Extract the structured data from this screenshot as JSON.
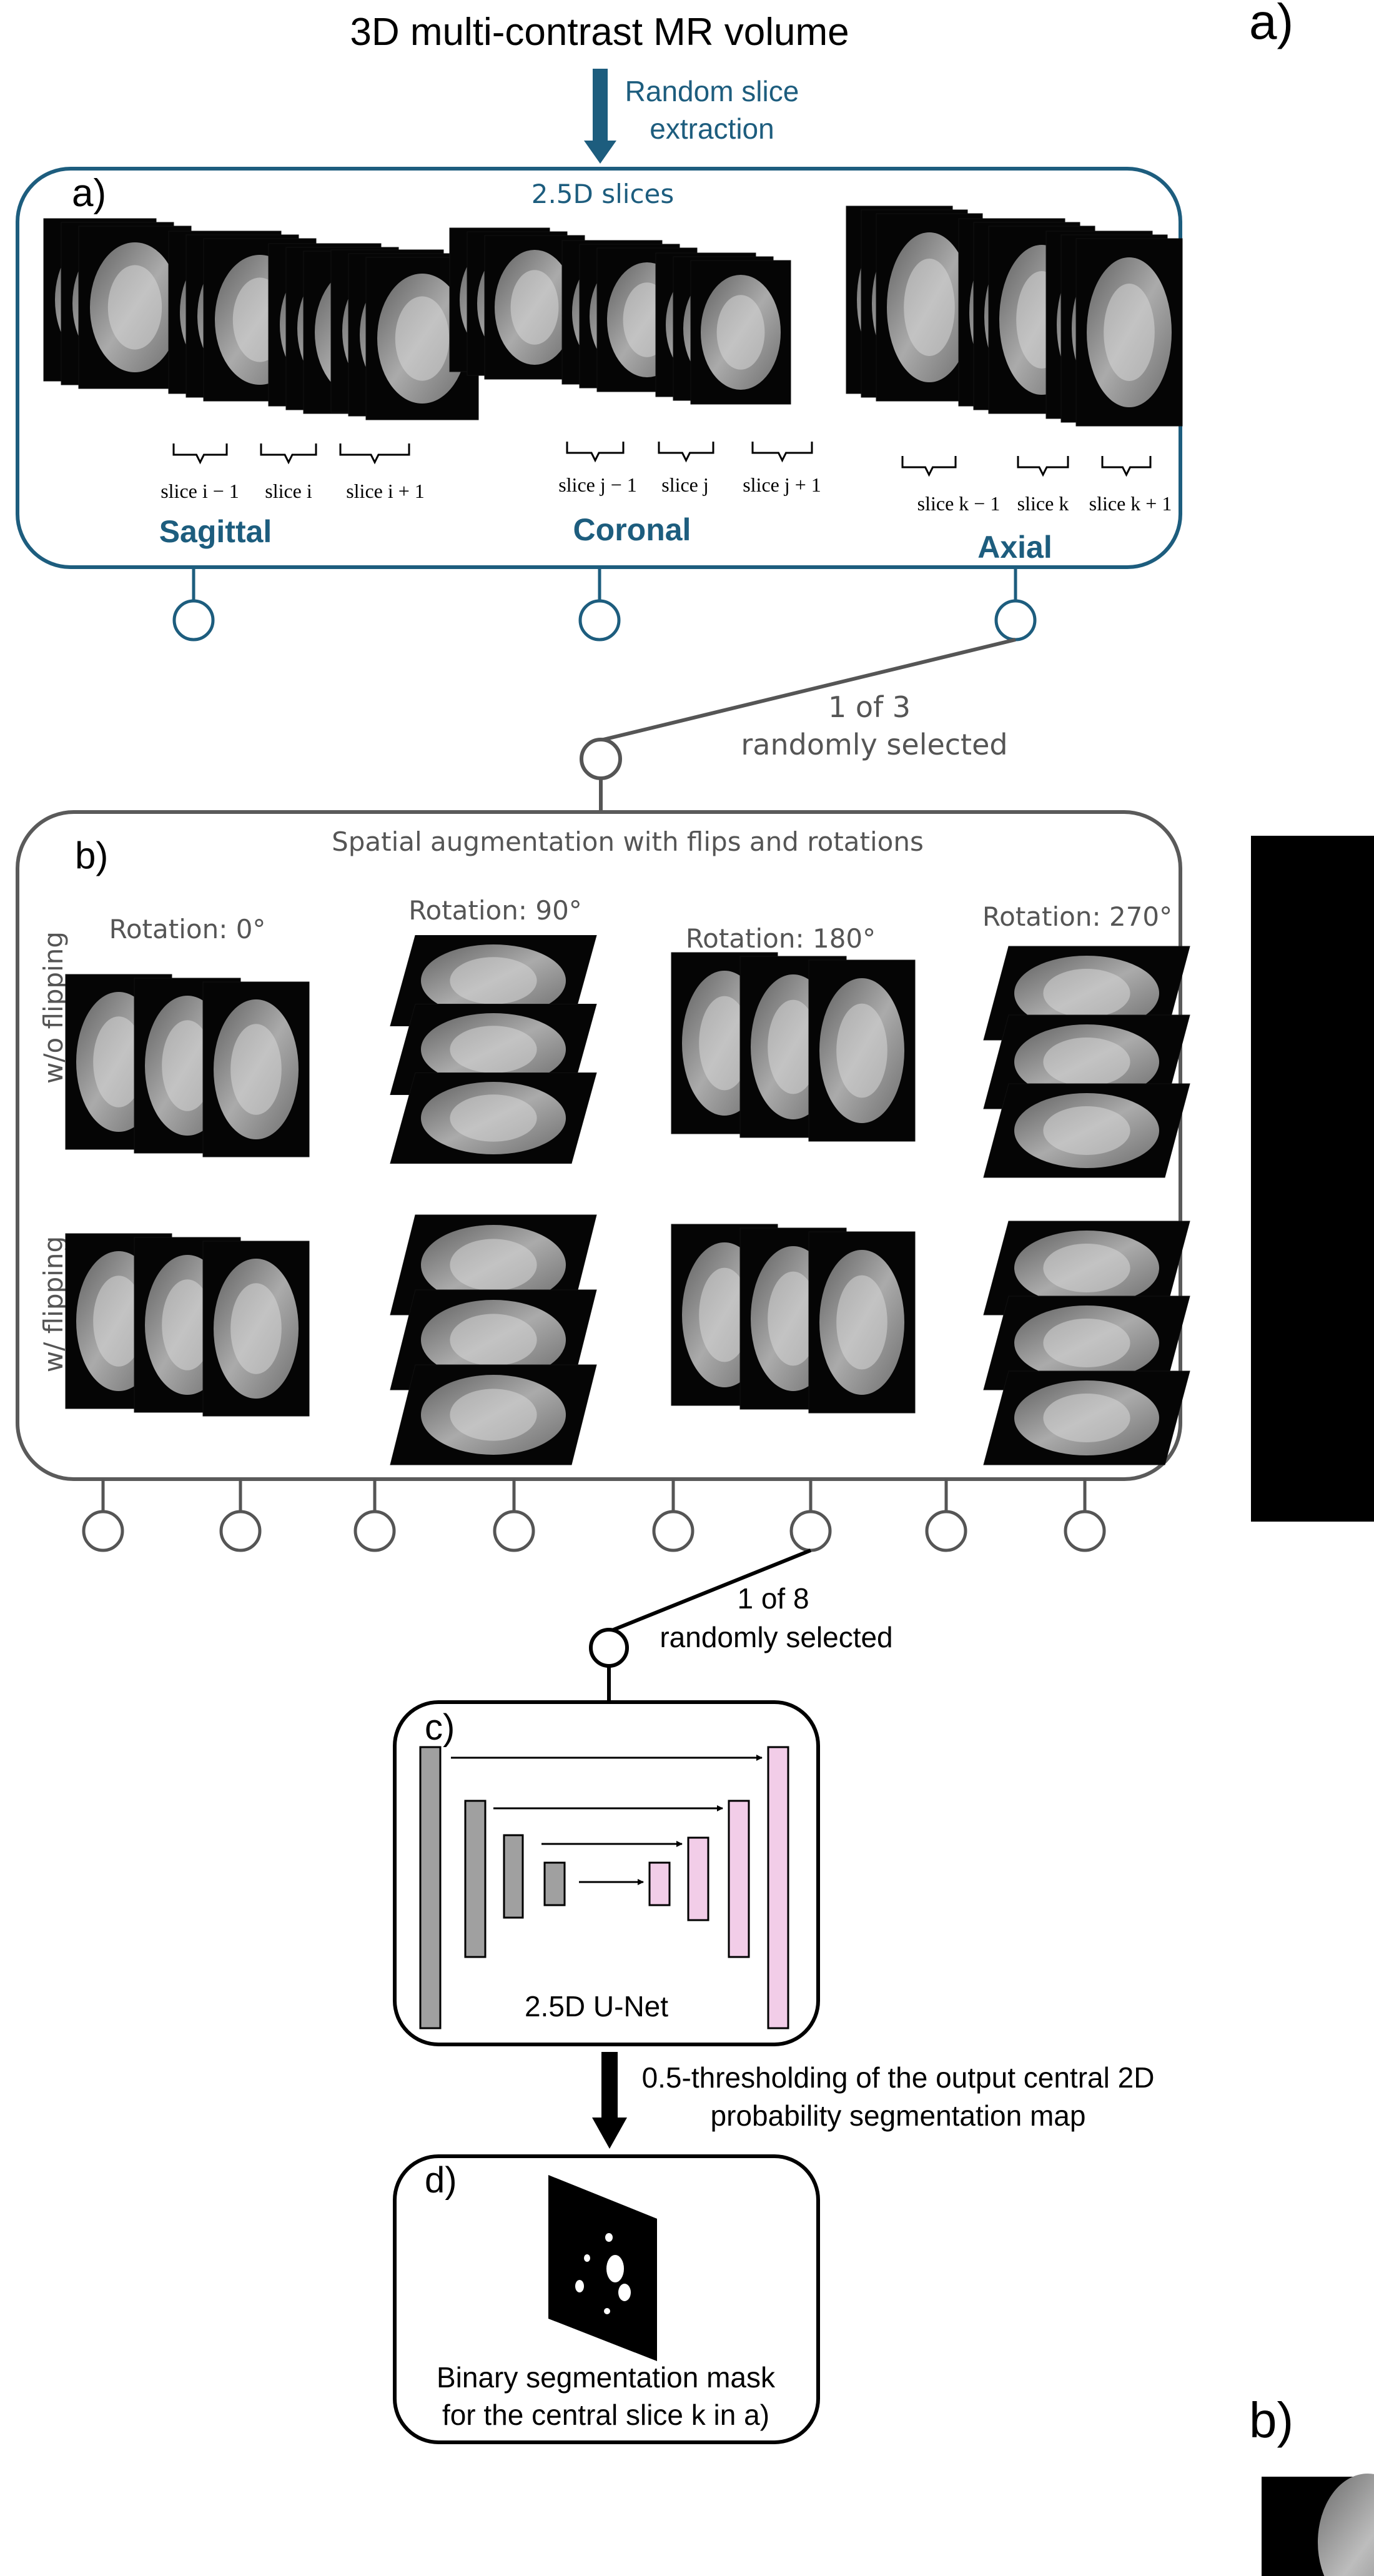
{
  "header": {
    "title": "3D multi-contrast MR volume",
    "extraction_label_line1": "Random slice",
    "extraction_label_line2": "extraction",
    "corner_a": "a)",
    "corner_b": "b)"
  },
  "panel_a": {
    "tag": "a)",
    "title": "2.5D slices",
    "views": [
      {
        "name": "Sagittal",
        "slices": [
          "slice i − 1",
          "slice i",
          "slice i + 1"
        ]
      },
      {
        "name": "Coronal",
        "slices": [
          "slice j − 1",
          "slice j",
          "slice j + 1"
        ]
      },
      {
        "name": "Axial",
        "slices": [
          "slice k − 1",
          "slice k",
          "slice k + 1"
        ]
      }
    ]
  },
  "selection_1": {
    "line1": "1 of 3",
    "line2": "randomly selected"
  },
  "panel_b": {
    "tag": "b)",
    "title": "Spatial augmentation with flips and rotations",
    "rotations": [
      "Rotation: 0°",
      "Rotation: 90°",
      "Rotation: 180°",
      "Rotation: 270°"
    ],
    "rows": [
      "w/o flipping",
      "w/ flipping"
    ]
  },
  "selection_2": {
    "line1": "1 of 8",
    "line2": "randomly selected"
  },
  "panel_c": {
    "tag": "c)",
    "label": "2.5D U-Net"
  },
  "threshold": {
    "line1": "0.5-thresholding of the output central 2D",
    "line2": "probability segmentation map"
  },
  "panel_d": {
    "tag": "d)",
    "line1": "Binary segmentation mask",
    "line2": "for the central slice k in a)"
  },
  "colors": {
    "accent": "#1d5d7e",
    "frame_gray": "#5a5a5a",
    "gray_block": "#a0a0a0",
    "pink_block": "#f2cde8"
  }
}
